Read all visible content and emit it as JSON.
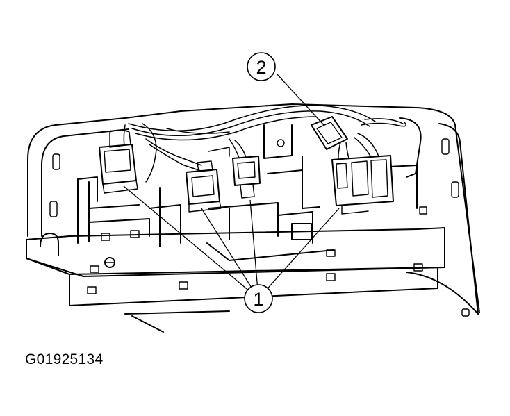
{
  "figure_id": "G01925134",
  "callouts": [
    {
      "label": "1"
    },
    {
      "label": "2"
    }
  ]
}
